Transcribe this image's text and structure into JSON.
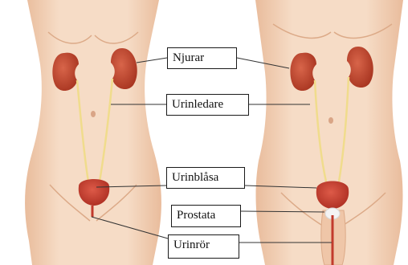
{
  "diagram": {
    "labels": {
      "njurar": "Njurar",
      "urinledare": "Urinledare",
      "urinblasa": "Urinblåsa",
      "prostata": "Prostata",
      "urinror": "Urinrör"
    },
    "colors": {
      "background": "#ffffff",
      "skin": "#f3d3b8",
      "skin_shadow": "#e3b596",
      "kidney": "#b43c24",
      "kidney_highlight": "#d86a4a",
      "ureter": "#f0dc8c",
      "bladder": "#c23a2c",
      "prostate": "#f2f2f2",
      "leader_line": "#333333"
    }
  }
}
